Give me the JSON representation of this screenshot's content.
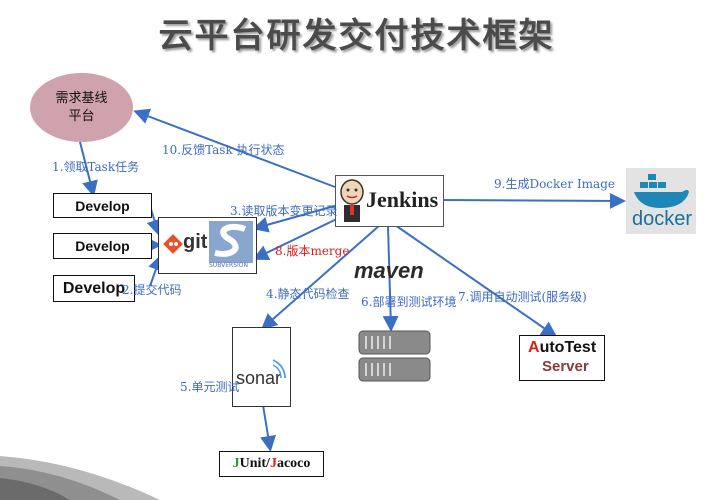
{
  "title": "云平台研发交付技术框架",
  "nodes": {
    "req_line1": "需求基线",
    "req_line2": "平台",
    "develop": [
      "Develop",
      "Develop",
      "Develop"
    ],
    "jenkins": "Jenkins",
    "git": "git",
    "subversion": "SUBVERSION",
    "maven": "maven",
    "docker": "docker",
    "sonar": "sonar",
    "autotest_red": "A",
    "autotest_rest": "utoTest",
    "autotest_server": "Server",
    "junit_j1": "J",
    "junit_mid": "Unit/",
    "junit_j2": "J",
    "junit_rest": "acoco"
  },
  "steps": {
    "s1": "1.领取Task任务",
    "s2": "2.提交代码",
    "s3": "3.读取版本变更记录",
    "s4": "4.静态代码检查",
    "s5": "5.单元测试",
    "s6": "6.部署到测试环境",
    "s7": "7.调用自动测试(服务级)",
    "s8": "8.版本merge",
    "s9": "9.生成Docker Image",
    "s10": "10.反馈Task 执行状态"
  },
  "colors": {
    "arrow": "#3a6fc4",
    "label": "#3d6bc4",
    "highlight": "#e01b1b",
    "ellipse": "#cfa2ad",
    "docker": "#1f87b8",
    "maven_red": "#c4202a"
  }
}
